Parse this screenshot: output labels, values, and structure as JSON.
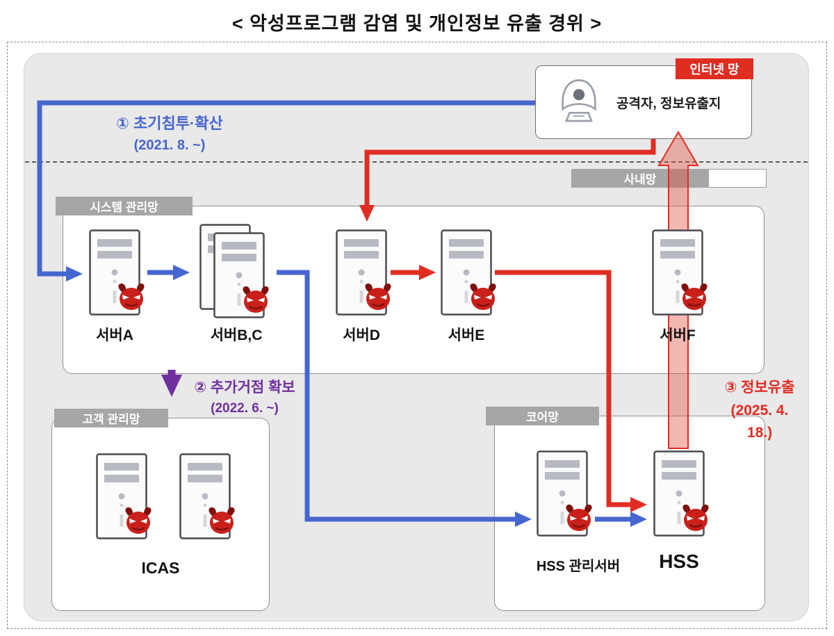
{
  "title": "< 악성프로그램 감염 및 개인정보 유출 경위 >",
  "zones": {
    "internet": "인터넷 망",
    "attacker": "공격자, 정보유출지",
    "intranet": "사내망",
    "system_mgmt": "시스템 관리망",
    "customer_mgmt": "고객 관리망",
    "core": "코어망"
  },
  "steps": {
    "step1": {
      "line1": "① 초기침투·확산",
      "line2": "(2021. 8. ~)"
    },
    "step2": {
      "line1": "② 추가거점 확보",
      "line2": "(2022. 6. ~)"
    },
    "step3": {
      "line1": "③ 정보유출",
      "line2": "(2025. 4.",
      "line3": "18.)"
    }
  },
  "servers": {
    "a": "서버A",
    "bc": "서버B,C",
    "d": "서버D",
    "e": "서버E",
    "f": "서버F",
    "icas": "ICAS",
    "hss_mgmt": "HSS 관리서버",
    "hss": "HSS"
  },
  "colors": {
    "arrow_blue": "#4666cf",
    "arrow_red": "#e02d22",
    "arrow_purple": "#7030a0",
    "badge_gray": "#a6a6a6",
    "badge_red": "#e02d22",
    "panel_gray": "#e9e9e9"
  }
}
